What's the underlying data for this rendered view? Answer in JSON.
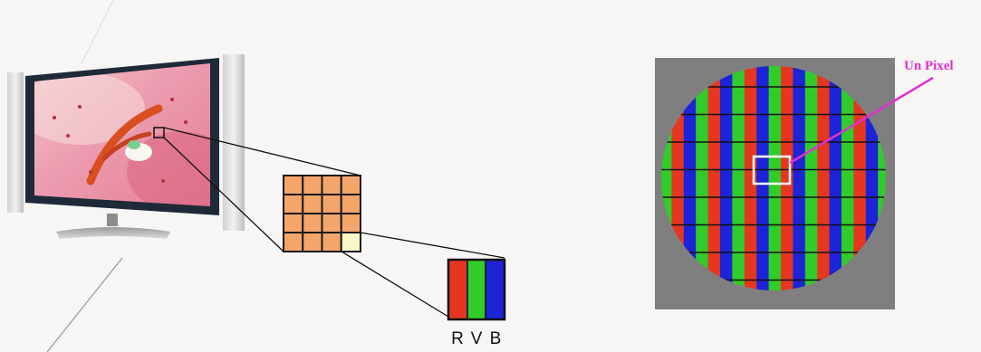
{
  "labels": {
    "r": "R",
    "v": "V",
    "b": "B",
    "pixel": "Un Pixel"
  },
  "colors": {
    "red": "#e5371f",
    "green": "#2fcc2a",
    "blue": "#1d23d6",
    "orange_cell": "#f4a56a",
    "highlight_cell": "#fbf6c8",
    "pixel_label": "#e030d0",
    "gray_panel": "#7f7f7f",
    "bezel": "#1e2a38"
  }
}
